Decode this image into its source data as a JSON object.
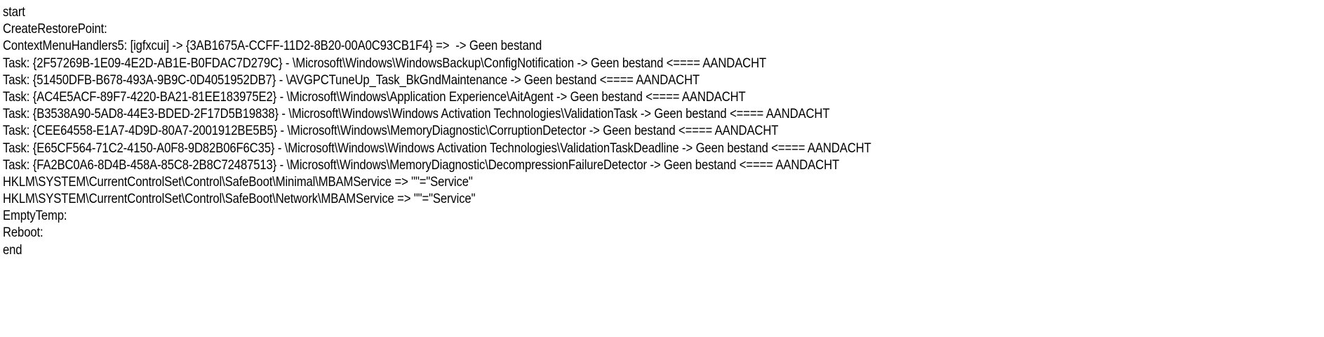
{
  "document": {
    "kind": "plain-text-log",
    "title": "FRST fixlist script",
    "background_color": "#ffffff",
    "text_color": "#000000",
    "line_count": 15,
    "lines": [
      "start",
      "CreateRestorePoint:",
      "ContextMenuHandlers5: [igfxcui] -> {3AB1675A-CCFF-11D2-8B20-00A0C93CB1F4} =>  -> Geen bestand",
      "Task: {2F57269B-1E09-4E2D-AB1E-B0FDAC7D279C} - \\Microsoft\\Windows\\WindowsBackup\\ConfigNotification -> Geen bestand <==== AANDACHT",
      "Task: {51450DFB-B678-493A-9B9C-0D4051952DB7} - \\AVGPCTuneUp_Task_BkGndMaintenance -> Geen bestand <==== AANDACHT",
      "Task: {AC4E5ACF-89F7-4220-BA21-81EE183975E2} - \\Microsoft\\Windows\\Application Experience\\AitAgent -> Geen bestand <==== AANDACHT",
      "Task: {B3538A90-5AD8-44E3-BDED-2F17D5B19838} - \\Microsoft\\Windows\\Windows Activation Technologies\\ValidationTask -> Geen bestand <==== AANDACHT",
      "Task: {CEE64558-E1A7-4D9D-80A7-2001912BE5B5} - \\Microsoft\\Windows\\MemoryDiagnostic\\CorruptionDetector -> Geen bestand <==== AANDACHT",
      "Task: {E65CF564-71C2-4150-A0F8-9D82B06F6C35} - \\Microsoft\\Windows\\Windows Activation Technologies\\ValidationTaskDeadline -> Geen bestand <==== AANDACHT",
      "Task: {FA2BC0A6-8D4B-458A-85C8-2B8C72487513} - \\Microsoft\\Windows\\MemoryDiagnostic\\DecompressionFailureDetector -> Geen bestand <==== AANDACHT",
      "HKLM\\SYSTEM\\CurrentControlSet\\Control\\SafeBoot\\Minimal\\MBAMService => \"\"=\"Service\"",
      "HKLM\\SYSTEM\\CurrentControlSet\\Control\\SafeBoot\\Network\\MBAMService => \"\"=\"Service\"",
      "EmptyTemp:",
      "Reboot:",
      "end"
    ]
  }
}
